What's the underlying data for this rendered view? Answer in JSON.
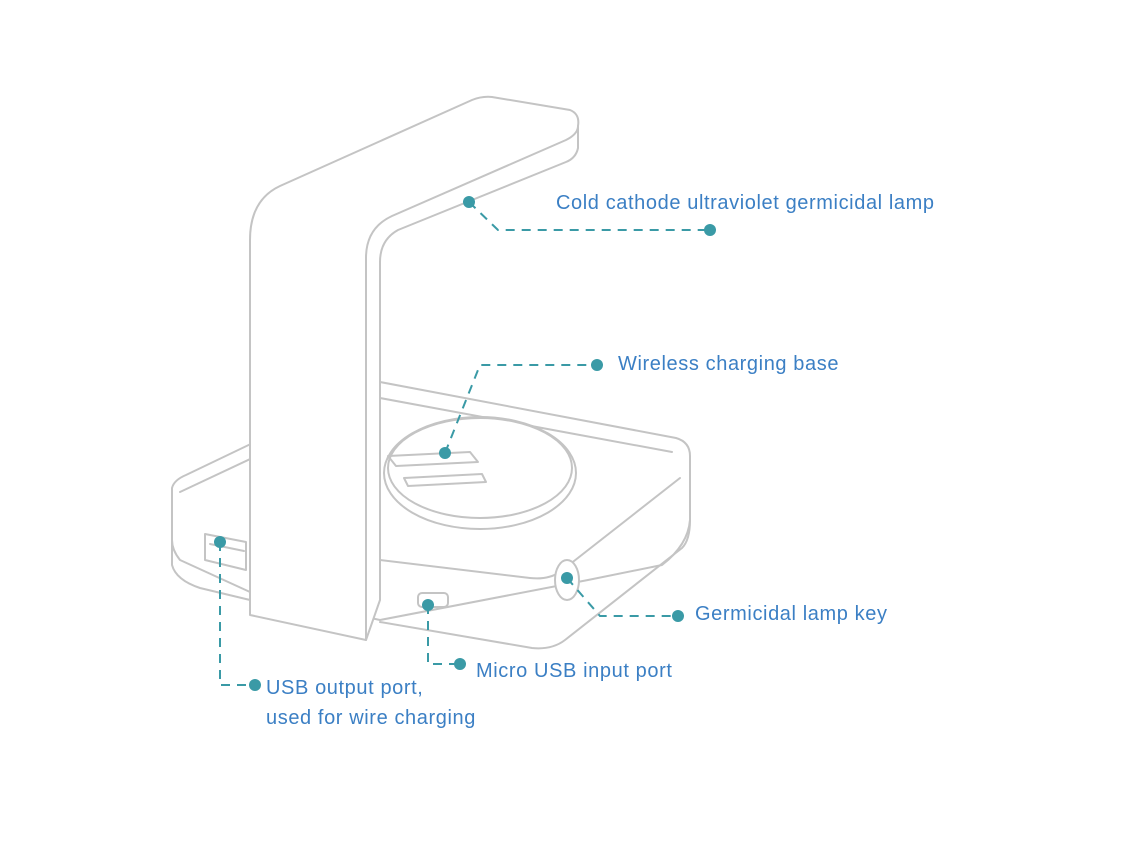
{
  "colors": {
    "accent": "#3a9aa6",
    "label_text": "#3b7fc4",
    "outline": "#c4c4c4"
  },
  "callouts": {
    "uv_lamp": "Cold cathode ultraviolet germicidal lamp",
    "wireless_base": "Wireless charging base",
    "lamp_key": "Germicidal lamp key",
    "micro_usb": "Micro USB input port",
    "usb_output_line1": "USB output port,",
    "usb_output_line2": "used for wire charging"
  }
}
